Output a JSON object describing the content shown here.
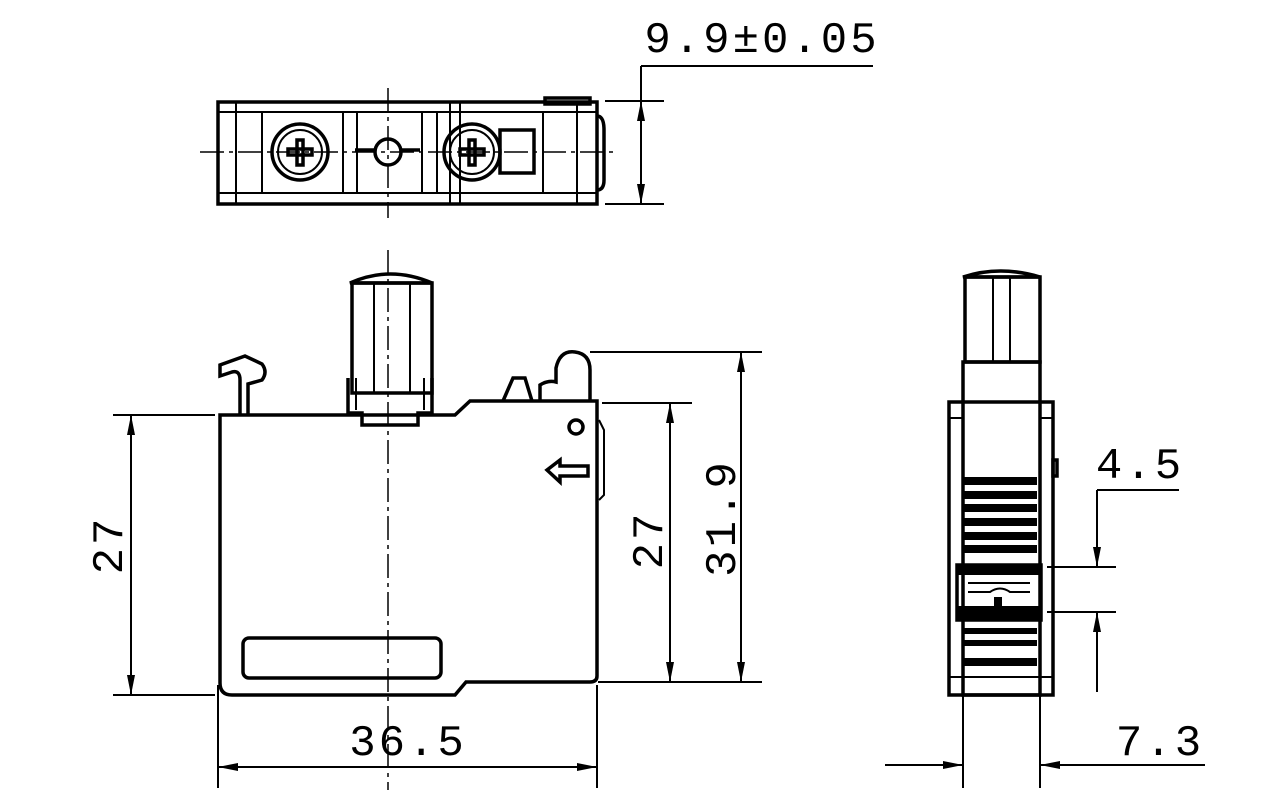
{
  "dimensions": {
    "top_thickness": "9.9±0.05",
    "left_height": "27",
    "right_height": "27",
    "overall_height": "31.9",
    "width": "36.5",
    "terminal_gap": "4.5",
    "side_width": "7.3"
  },
  "colors": {
    "line": "#000000",
    "background": "#ffffff"
  }
}
